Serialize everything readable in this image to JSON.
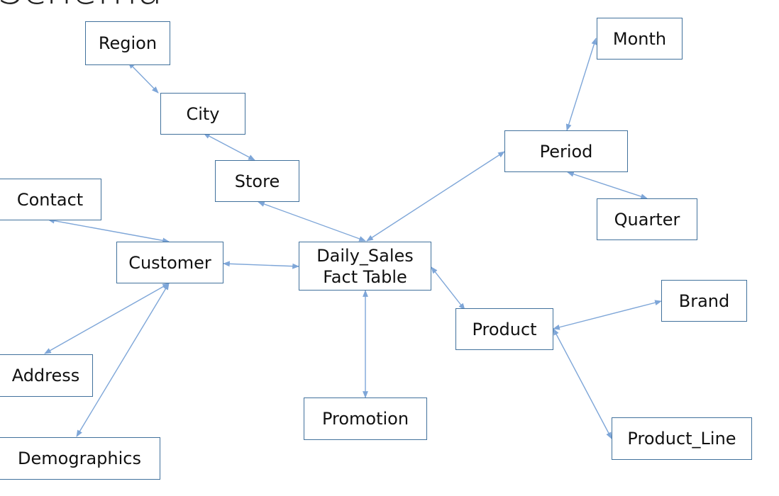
{
  "title": "Schema",
  "colors": {
    "box_border": "#41719c",
    "edge": "#7ea6d8"
  },
  "nodes": {
    "region": {
      "label": "Region"
    },
    "city": {
      "label": "City"
    },
    "store": {
      "label": "Store"
    },
    "contact": {
      "label": "Contact"
    },
    "customer": {
      "label": "Customer"
    },
    "address": {
      "label": "Address"
    },
    "demographics": {
      "label": "Demographics"
    },
    "fact": {
      "line1": "Daily_Sales",
      "line2": "Fact Table"
    },
    "promotion": {
      "label": "Promotion"
    },
    "month": {
      "label": "Month"
    },
    "period": {
      "label": "Period"
    },
    "quarter": {
      "label": "Quarter"
    },
    "product": {
      "label": "Product"
    },
    "brand": {
      "label": "Brand"
    },
    "product_line": {
      "label": "Product_Line"
    }
  },
  "edges": [
    {
      "from": "region",
      "to": "city"
    },
    {
      "from": "city",
      "to": "store"
    },
    {
      "from": "store",
      "to": "fact"
    },
    {
      "from": "contact",
      "to": "customer"
    },
    {
      "from": "customer",
      "to": "fact"
    },
    {
      "from": "customer",
      "to": "address"
    },
    {
      "from": "customer",
      "to": "demographics"
    },
    {
      "from": "fact",
      "to": "period"
    },
    {
      "from": "period",
      "to": "month"
    },
    {
      "from": "period",
      "to": "quarter"
    },
    {
      "from": "fact",
      "to": "product"
    },
    {
      "from": "fact",
      "to": "promotion"
    },
    {
      "from": "product",
      "to": "brand"
    },
    {
      "from": "product",
      "to": "product_line"
    }
  ]
}
